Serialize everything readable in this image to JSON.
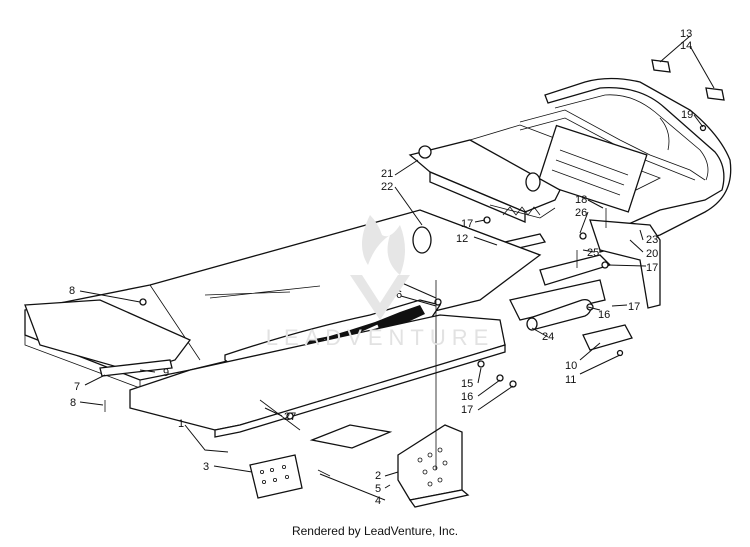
{
  "credit": "Rendered by LeadVenture, Inc.",
  "watermark": "LEADVENTURE",
  "callouts": {
    "c1": "1",
    "c2": "2",
    "c3": "3",
    "c4a": "4",
    "c4b": "4",
    "c5": "5",
    "c6": "6",
    "c7": "7",
    "c8a": "8",
    "c8b": "8",
    "c9": "9",
    "c10": "10",
    "c11": "11",
    "c12": "12",
    "c13": "13",
    "c14": "14",
    "c15": "15",
    "c16a": "16",
    "c16b": "16",
    "c17a": "17",
    "c17b": "17",
    "c17c": "17",
    "c17d": "17",
    "c18": "18",
    "c19": "19",
    "c20": "20",
    "c21": "21",
    "c22": "22",
    "c23": "23",
    "c24": "24",
    "c25": "25",
    "c26": "26",
    "c27": "27"
  }
}
